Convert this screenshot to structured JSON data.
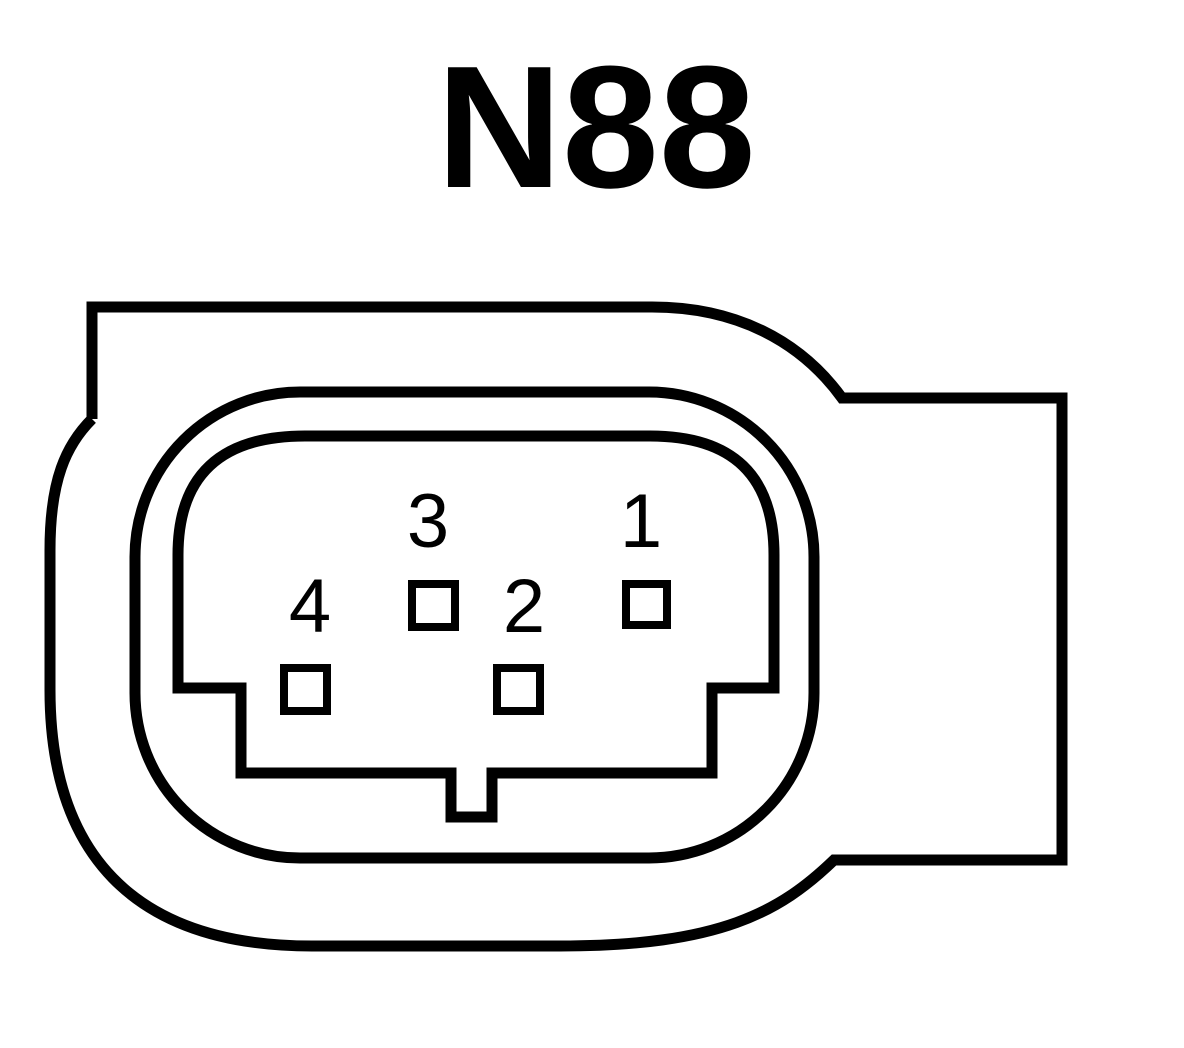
{
  "title": "N88",
  "pins": [
    {
      "label": "1"
    },
    {
      "label": "2"
    },
    {
      "label": "3"
    },
    {
      "label": "4"
    }
  ],
  "colors": {
    "line": "#000000",
    "background": "#ffffff"
  }
}
